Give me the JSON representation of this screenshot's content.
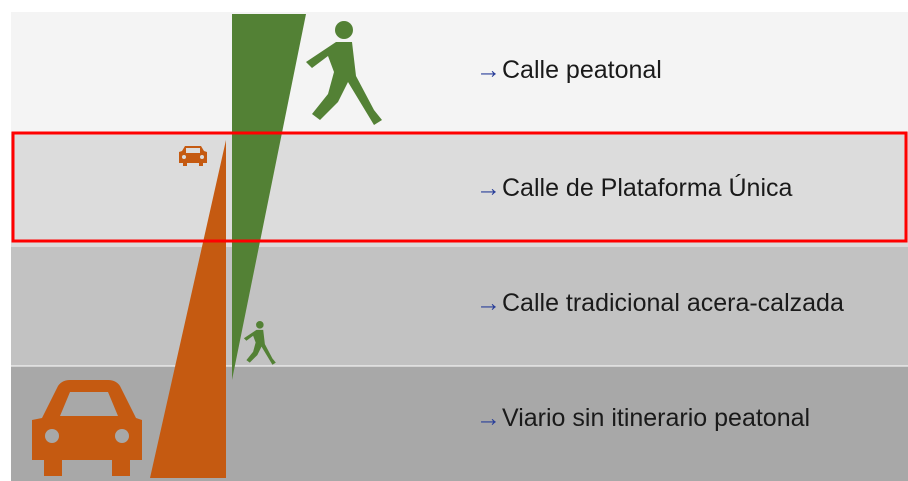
{
  "colors": {
    "band_1": "#f4f4f4",
    "band_2": "#dcdcdc",
    "band_3": "#c2c2c2",
    "band_4": "#a8a8a8",
    "pedestrian_green": "#538135",
    "vehicle_orange": "#c55a11",
    "highlight_red": "#ff0000",
    "arrow_blue": "#2a3f9a"
  },
  "arrow_symbol": "→",
  "rows": [
    {
      "label": "Calle peatonal"
    },
    {
      "label": "Calle de Plataforma Única"
    },
    {
      "label": "Calle tradicional acera-calzada"
    },
    {
      "label": "Viario sin itinerario peatonal"
    }
  ],
  "icons": {
    "pedestrian": "walking-person-icon",
    "vehicle": "car-icon"
  },
  "highlighted_row": "Calle de Plataforma Única"
}
